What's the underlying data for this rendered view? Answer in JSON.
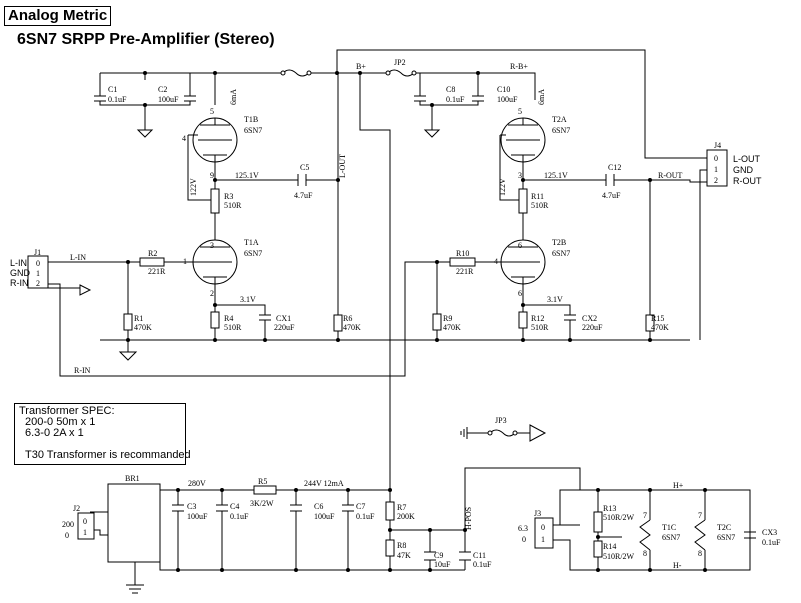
{
  "brand": "Analog Metric",
  "title": "6SN7 SRPP Pre-Amplifier (Stereo)",
  "spec": {
    "heading": "Transformer SPEC:",
    "line1": "200-0 50m x 1",
    "line2": "6.3-0 2A x 1",
    "note": "T30 Transformer is recommanded"
  },
  "nets": {
    "b_plus": "B+",
    "rb_plus": "R-B+",
    "l_out": "L-OUT",
    "r_out": "R-OUT",
    "l_in": "L-IN",
    "r_in": "R-IN",
    "h_pos": "H-POS",
    "h_plus": "H+",
    "h_minus": "H-",
    "v280": "280V",
    "v244": "244V 12mA",
    "ac200": "200",
    "ac0": "0",
    "ac63": "6.3",
    "ac0b": "0"
  },
  "connectors": {
    "j1": {
      "ref": "J1",
      "pins": [
        "0",
        "1",
        "2"
      ],
      "labels": [
        "L-IN",
        "GND",
        "R-IN"
      ]
    },
    "j4": {
      "ref": "J4",
      "pins": [
        "0",
        "1",
        "2"
      ],
      "labels": [
        "L-OUT",
        "GND",
        "R-OUT"
      ]
    },
    "j2": {
      "ref": "J2",
      "pins": [
        "0",
        "1"
      ]
    },
    "j3": {
      "ref": "J3",
      "pins": [
        "0",
        "1"
      ]
    }
  },
  "jumpers": {
    "jp2": "JP2",
    "jp3": "JP3"
  },
  "bridge": "BR1",
  "tubes": {
    "t1b": {
      "ref": "T1B",
      "type": "6SN7"
    },
    "t1a": {
      "ref": "T1A",
      "type": "6SN7"
    },
    "t2a": {
      "ref": "T2A",
      "type": "6SN7"
    },
    "t2b": {
      "ref": "T2B",
      "type": "6SN7"
    },
    "t1c": {
      "ref": "T1C",
      "type": "6SN7"
    },
    "t2c": {
      "ref": "T2C",
      "type": "6SN7"
    }
  },
  "tube_labels": {
    "cur": "6mA",
    "v_plate": "125.1V",
    "v_grid": "122V",
    "v_cath": "3.1V"
  },
  "pins": {
    "p1": "1",
    "p2": "2",
    "p3": "3",
    "p4": "4",
    "p5": "5",
    "p6": "6",
    "p7": "7",
    "p8": "8",
    "p9": "9"
  },
  "capacitors": {
    "c1": {
      "ref": "C1",
      "value": "0.1uF"
    },
    "c2": {
      "ref": "C2",
      "value": "100uF"
    },
    "c3": {
      "ref": "C3",
      "value": "100uF"
    },
    "c4": {
      "ref": "C4",
      "value": "0.1uF"
    },
    "c5": {
      "ref": "C5",
      "value": "4.7uF"
    },
    "c6": {
      "ref": "C6",
      "value": "100uF"
    },
    "c7": {
      "ref": "C7",
      "value": "0.1uF"
    },
    "c8": {
      "ref": "C8",
      "value": "0.1uF"
    },
    "c9": {
      "ref": "C9",
      "value": "10uF"
    },
    "c10": {
      "ref": "C10",
      "value": "100uF"
    },
    "c11": {
      "ref": "C11",
      "value": "0.1uF"
    },
    "c12": {
      "ref": "C12",
      "value": "4.7uF"
    },
    "cx1": {
      "ref": "CX1",
      "value": "220uF"
    },
    "cx2": {
      "ref": "CX2",
      "value": "220uF"
    },
    "cx3": {
      "ref": "CX3",
      "value": "0.1uF"
    }
  },
  "resistors": {
    "r1": {
      "ref": "R1",
      "value": "470K"
    },
    "r2": {
      "ref": "R2",
      "value": "221R"
    },
    "r3": {
      "ref": "R3",
      "value": "510R"
    },
    "r4": {
      "ref": "R4",
      "value": "510R"
    },
    "r5": {
      "ref": "R5",
      "value": "3K/2W"
    },
    "r6": {
      "ref": "R6",
      "value": "470K"
    },
    "r7": {
      "ref": "R7",
      "value": "200K"
    },
    "r8": {
      "ref": "R8",
      "value": "47K"
    },
    "r9": {
      "ref": "R9",
      "value": "470K"
    },
    "r10": {
      "ref": "R10",
      "value": "221R"
    },
    "r11": {
      "ref": "R11",
      "value": "510R"
    },
    "r12": {
      "ref": "R12",
      "value": "510R"
    },
    "r13": {
      "ref": "R13",
      "value": "510R/2W"
    },
    "r14": {
      "ref": "R14",
      "value": "510R/2W"
    },
    "r15": {
      "ref": "R15",
      "value": "470K"
    }
  }
}
